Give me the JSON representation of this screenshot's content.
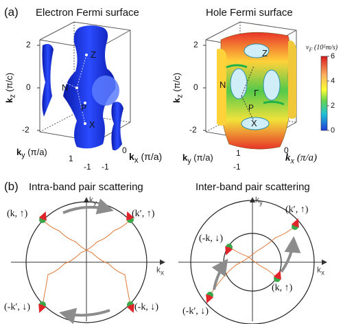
{
  "panel_a": {
    "label": "(a)",
    "electron": {
      "title": "Electron Fermi surface",
      "z_ticks": [
        "2",
        "0",
        "-2"
      ],
      "kz_label": "k",
      "kz_sub": "z",
      "kz_unit": "(π/c)",
      "ky_label": "k",
      "ky_sub": "y",
      "ky_unit": "(π/a)",
      "kx_label": "k",
      "kx_sub": "x",
      "kx_unit": "(π/a)",
      "ky_ticks": [
        "1",
        "-1"
      ],
      "kx_ticks": [
        "0",
        "-1"
      ],
      "points": {
        "Z": "Z",
        "N": "N",
        "P": "P",
        "X": "X"
      }
    },
    "hole": {
      "title": "Hole Fermi surface",
      "z_ticks": [
        "2",
        "0",
        "-2"
      ],
      "kz_label": "k",
      "kz_sub": "z",
      "kz_unit": "(π/c)",
      "ky_label": "k",
      "ky_sub": "y",
      "ky_unit": "(π/a)",
      "kx_label": "k",
      "kx_sub": "x",
      "kx_unit": "(π/a)",
      "ky_ticks": [
        "1",
        "-1"
      ],
      "kx_ticks": [
        "0"
      ],
      "points": {
        "Z": "Z",
        "N": "N",
        "Gamma": "Γ",
        "P": "P",
        "X": "X"
      },
      "colorbar": {
        "label": "v",
        "label_sub": "F",
        "label_unit": "(10⁵m/s)",
        "ticks": [
          "6",
          "4",
          "2",
          "0"
        ],
        "colors": [
          "#d7191c",
          "#fdae61",
          "#ffff33",
          "#66d44f",
          "#1fc2d6",
          "#1f3bd6"
        ]
      }
    }
  },
  "panel_b": {
    "label": "(b)",
    "intra": {
      "title": "Intra-band pair scattering",
      "ky_label": "k",
      "ky_sub": "y",
      "kx_label": "k",
      "kx_sub": "x",
      "states": {
        "tl": "(k, ↑)",
        "tr": "(k′, ↑)",
        "bl": "(-k′, ↓)",
        "br": "(-k, ↓)"
      }
    },
    "inter": {
      "title": "Inter-band pair scattering",
      "ky_label": "k",
      "ky_sub": "y",
      "kx_label": "k",
      "kx_sub": "x",
      "states": {
        "tr": "(k′, ↑)",
        "ml": "(-k, ↓)",
        "mr": "(k, ↑)",
        "bl": "(-k′, ↓)"
      }
    },
    "colors": {
      "spin_dot": "#3aa84a",
      "arrow_red": "#e0242a",
      "wave": "#e07a3a",
      "scatter_arrow": "#8c8c8c"
    }
  }
}
